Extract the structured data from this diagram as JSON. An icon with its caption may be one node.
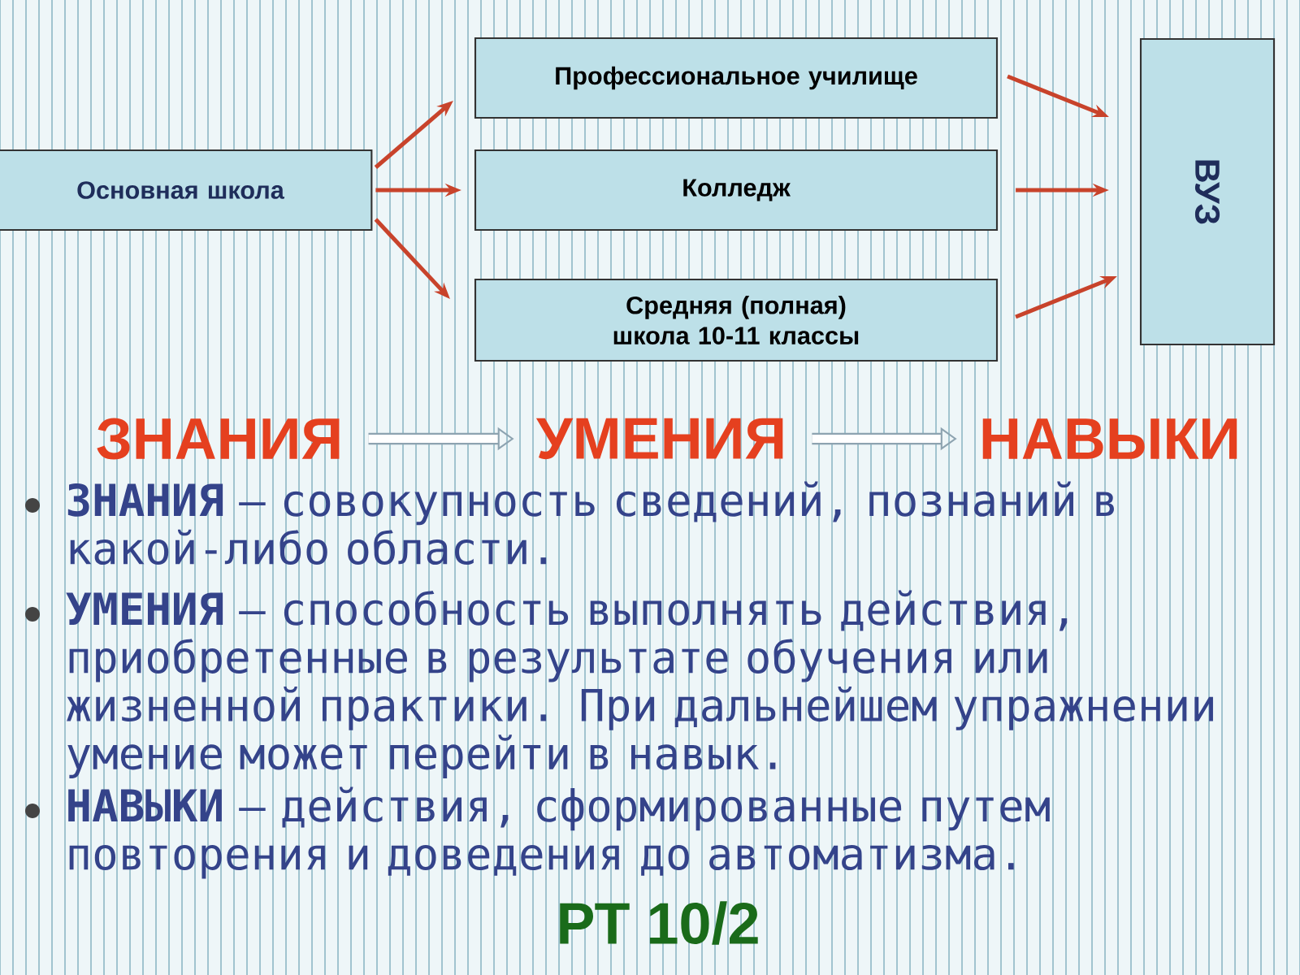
{
  "diagram": {
    "nodes": [
      {
        "text": [
          "Основная школа"
        ]
      },
      {
        "text": [
          "Профессиональное училище"
        ]
      },
      {
        "text": [
          "Колледж"
        ]
      },
      {
        "text": [
          "Средняя (полная) школа 10-11 классы"
        ]
      },
      {
        "text": [
          "ВУЗ"
        ]
      },
      {
        "text": [
          "ЗНАНИЯ"
        ]
      },
      {
        "text": [
          "УМЕНИЯ"
        ]
      },
      {
        "text": [
          "НАВЫКИ"
        ]
      }
    ],
    "edges": [
      {
        "from": 0,
        "to": 1,
        "arrow": "to"
      },
      {
        "from": 0,
        "to": 2,
        "arrow": "to"
      },
      {
        "from": 0,
        "to": 3,
        "arrow": "to"
      },
      {
        "from": 1,
        "to": 4,
        "arrow": "to"
      },
      {
        "from": 2,
        "to": 4,
        "arrow": "to"
      },
      {
        "from": 3,
        "to": 4,
        "arrow": "to"
      },
      {
        "from": 5,
        "to": 6,
        "arrow": "to",
        "style": "thick",
        "color": "#8da3b0"
      },
      {
        "from": 6,
        "to": 7,
        "arrow": "to",
        "style": "thick",
        "color": "#8da3b0"
      }
    ],
    "labels": [
      "**ЗНАНИЯ** – совокупность сведений, познаний в какой-либо области.",
      "**УМЕНИЯ** – способность выполнять действия, приобретенные в результате обучения или жизненной практики. При дальнейшем упражнении умение может перейти в навык.",
      "**НАВЫКИ** – действия, сформированные путем повторения и доведения до автоматизма.",
      "РТ 10/2"
    ]
  }
}
